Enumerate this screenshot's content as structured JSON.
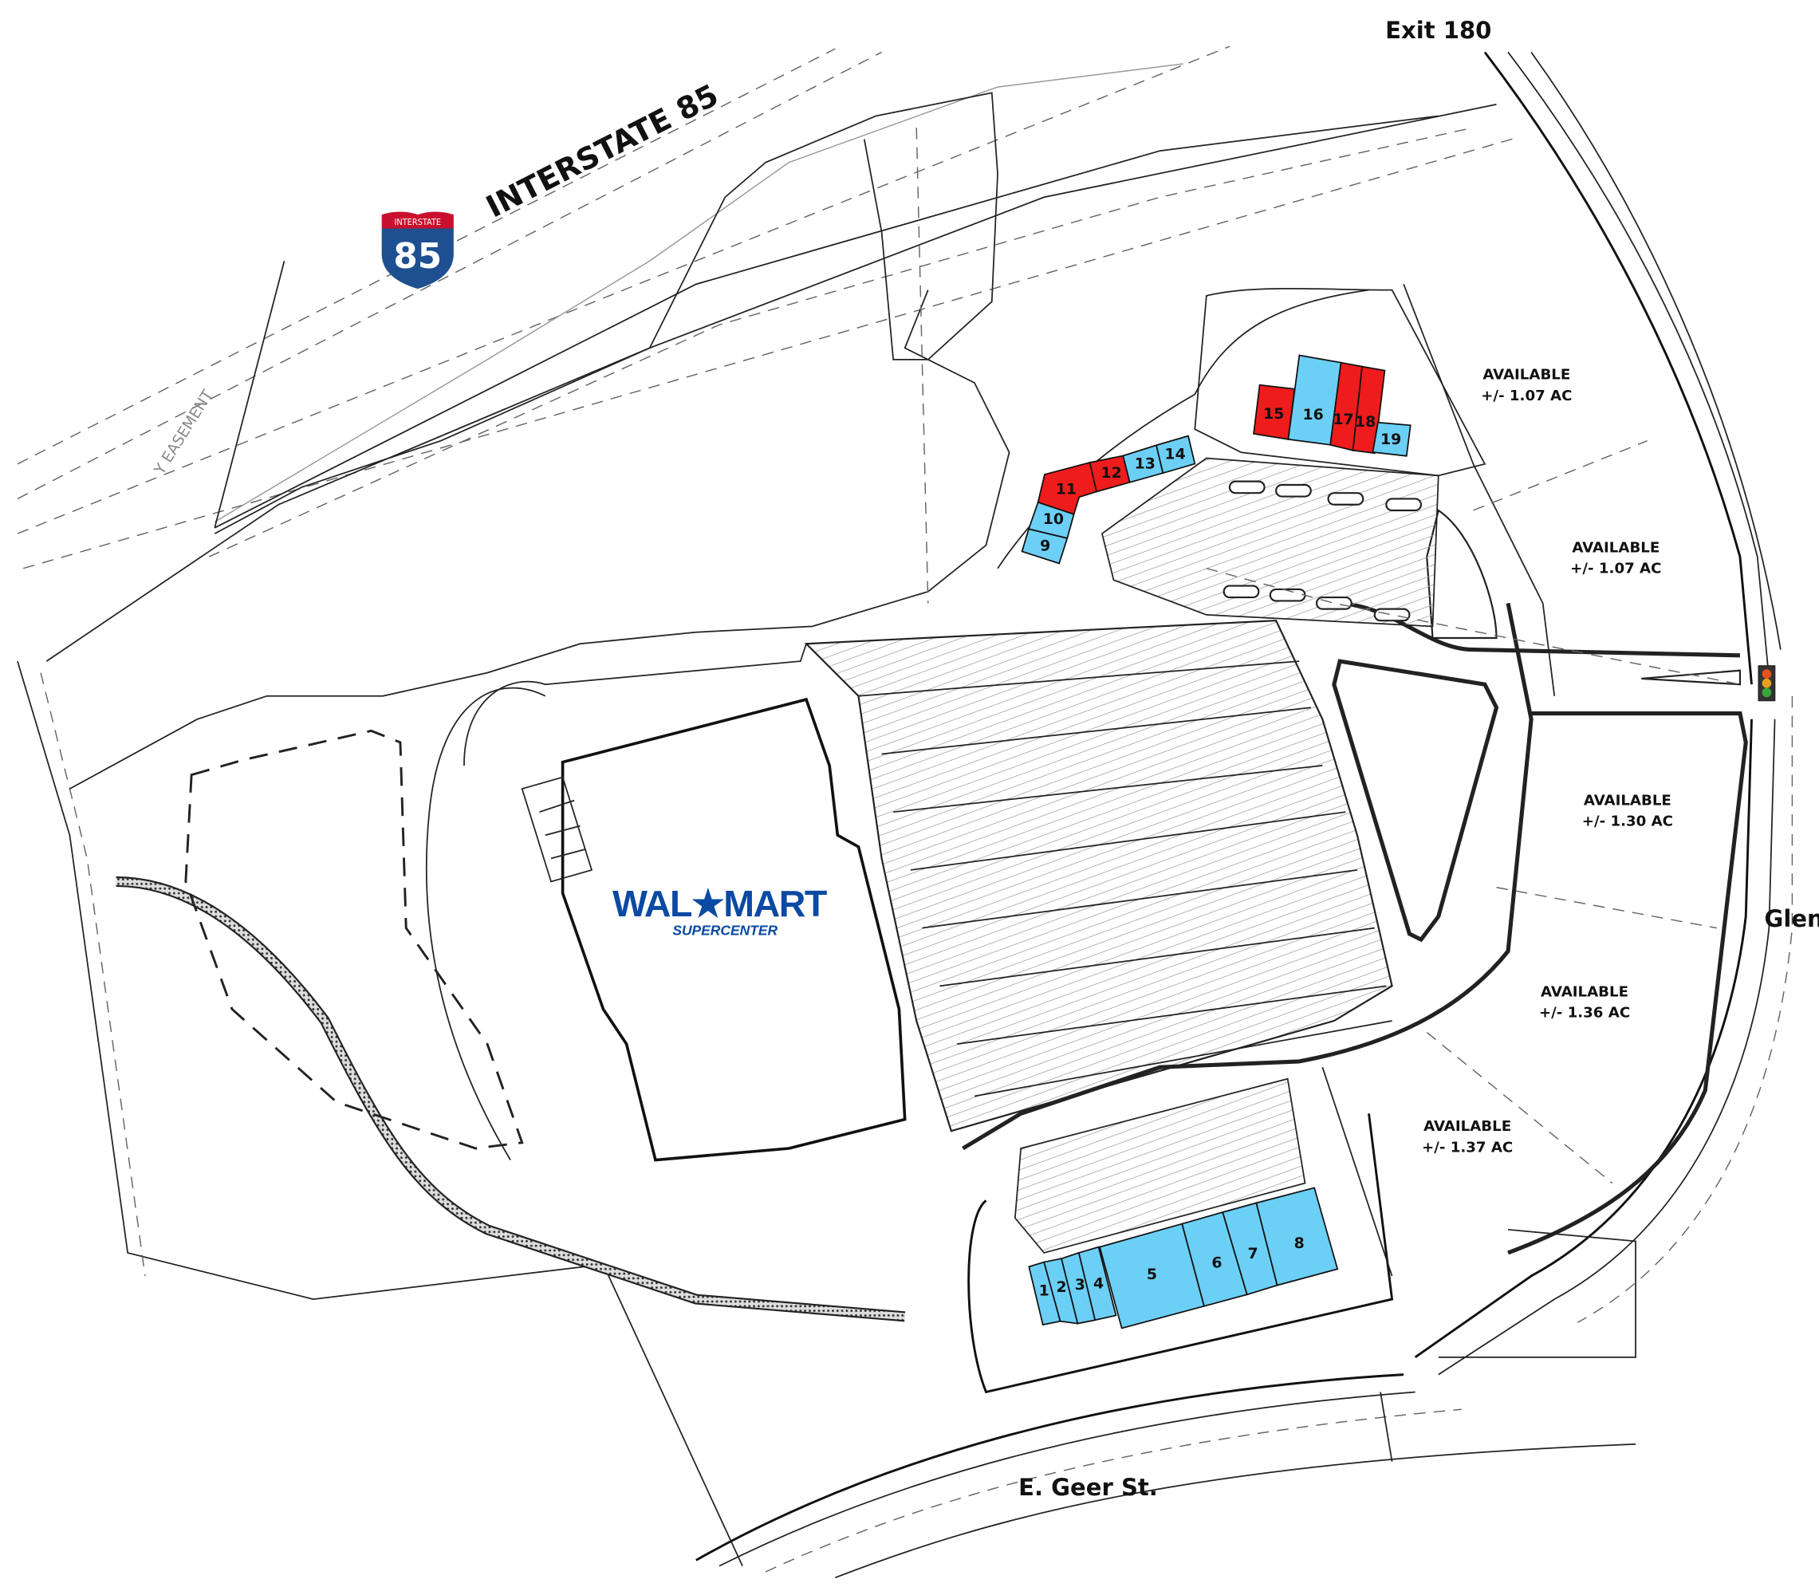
{
  "map": {
    "labels": {
      "exit": "Exit 180",
      "glen": "Glen",
      "geer": "E. Geer St.",
      "interstate": "INTERSTATE 85",
      "easement": "Y EASEMENT"
    },
    "shield": {
      "top": "INTERSTATE",
      "number": "85",
      "red": "#c8102e",
      "blue": "#1d4f91"
    },
    "anchor": {
      "name": "WAL★MART",
      "sub": "SUPERCENTER",
      "color": "#0b4aa2"
    },
    "colors": {
      "leased": "#ee1c1c",
      "available": "#6ccff6"
    },
    "units": [
      {
        "num": "1",
        "status": "available"
      },
      {
        "num": "2",
        "status": "available"
      },
      {
        "num": "3",
        "status": "available"
      },
      {
        "num": "4",
        "status": "available"
      },
      {
        "num": "5",
        "status": "available"
      },
      {
        "num": "6",
        "status": "available"
      },
      {
        "num": "7",
        "status": "available"
      },
      {
        "num": "8",
        "status": "available"
      },
      {
        "num": "9",
        "status": "available"
      },
      {
        "num": "10",
        "status": "available"
      },
      {
        "num": "11",
        "status": "leased"
      },
      {
        "num": "12",
        "status": "leased"
      },
      {
        "num": "13",
        "status": "available"
      },
      {
        "num": "14",
        "status": "available"
      },
      {
        "num": "15",
        "status": "leased"
      },
      {
        "num": "16",
        "status": "available"
      },
      {
        "num": "17",
        "status": "leased"
      },
      {
        "num": "18",
        "status": "leased"
      },
      {
        "num": "19",
        "status": "available"
      }
    ],
    "parcels": [
      {
        "title": "AVAILABLE",
        "size": "+/- 1.07 AC"
      },
      {
        "title": "AVAILABLE",
        "size": "+/- 1.07 AC"
      },
      {
        "title": "AVAILABLE",
        "size": "+/- 1.30 AC"
      },
      {
        "title": "AVAILABLE",
        "size": "+/- 1.36 AC"
      },
      {
        "title": "AVAILABLE",
        "size": "+/- 1.37 AC"
      }
    ]
  }
}
